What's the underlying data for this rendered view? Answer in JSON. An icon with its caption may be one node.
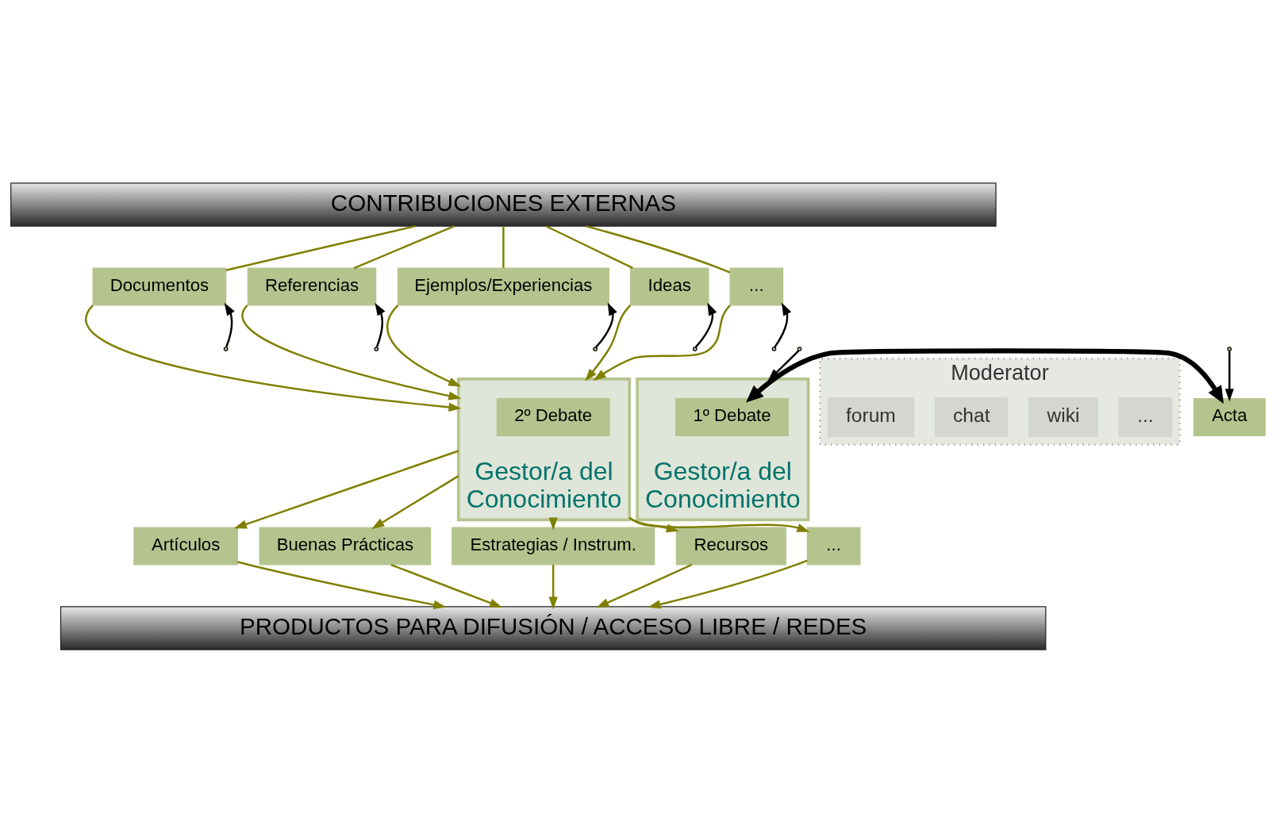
{
  "diagram": {
    "nodes": [
      {
        "text": [
          "CONTRIBUCIONES EXTERNAS"
        ]
      },
      {
        "text": [
          "Documentos"
        ]
      },
      {
        "text": [
          "Referencias"
        ]
      },
      {
        "text": [
          "Ejemplos/Experiencias"
        ]
      },
      {
        "text": [
          "Ideas"
        ]
      },
      {
        "text": [
          "..."
        ]
      },
      {
        "text": [
          "Gestor/a del",
          "Conocimiento"
        ]
      },
      {
        "text": [
          "2º Debate"
        ],
        "in": 6
      },
      {
        "text": [
          "Gestor/a del",
          "Conocimiento"
        ]
      },
      {
        "text": [
          "1º Debate"
        ],
        "in": 8
      },
      {
        "text": [
          "Moderator"
        ]
      },
      {
        "text": [
          "forum"
        ],
        "in": 10
      },
      {
        "text": [
          "chat"
        ],
        "in": 10
      },
      {
        "text": [
          "wiki"
        ],
        "in": 10
      },
      {
        "text": [
          "..."
        ],
        "in": 10
      },
      {
        "text": [
          "Acta"
        ]
      },
      {
        "text": [
          "Artículos"
        ]
      },
      {
        "text": [
          "Buenas Prácticas"
        ]
      },
      {
        "text": [
          "Estrategias / Instrum."
        ]
      },
      {
        "text": [
          "Recursos"
        ]
      },
      {
        "text": [
          "..."
        ]
      },
      {
        "text": [
          "PRODUCTOS PARA DIFUSIÓN / ACCESO LIBRE / REDES"
        ]
      }
    ],
    "edges": [
      {
        "from": 0,
        "to": 1,
        "arrow": "none"
      },
      {
        "from": 0,
        "to": 2,
        "arrow": "none"
      },
      {
        "from": 0,
        "to": 3,
        "arrow": "none"
      },
      {
        "from": 0,
        "to": 4,
        "arrow": "none"
      },
      {
        "from": 0,
        "to": 5,
        "arrow": "none"
      },
      {
        "from": 1,
        "to": 6,
        "arrow": "to"
      },
      {
        "from": 2,
        "to": 6,
        "arrow": "to"
      },
      {
        "from": 3,
        "to": 6,
        "arrow": "to"
      },
      {
        "from": 4,
        "to": 6,
        "arrow": "to"
      },
      {
        "from": 5,
        "to": 6,
        "arrow": "to"
      },
      {
        "from": null,
        "to": 1,
        "arrow": "to",
        "color": "#000000"
      },
      {
        "from": null,
        "to": 2,
        "arrow": "to",
        "color": "#000000"
      },
      {
        "from": null,
        "to": 3,
        "arrow": "to",
        "color": "#000000"
      },
      {
        "from": null,
        "to": 4,
        "arrow": "to",
        "color": "#000000"
      },
      {
        "from": null,
        "to": 5,
        "arrow": "to",
        "color": "#000000"
      },
      {
        "from": null,
        "to": 8,
        "arrow": "to",
        "color": "#000000"
      },
      {
        "from": null,
        "to": 15,
        "arrow": "to",
        "color": "#000000"
      },
      {
        "from": 9,
        "to": 15,
        "arrow": "both",
        "color": "#000000",
        "style": "thick"
      },
      {
        "from": 6,
        "to": 16,
        "arrow": "to"
      },
      {
        "from": 6,
        "to": 17,
        "arrow": "to"
      },
      {
        "from": 6,
        "to": 18,
        "arrow": "to"
      },
      {
        "from": 6,
        "to": 19,
        "arrow": "to"
      },
      {
        "from": 6,
        "to": 20,
        "arrow": "to"
      },
      {
        "from": 16,
        "to": 21,
        "arrow": "to"
      },
      {
        "from": 17,
        "to": 21,
        "arrow": "to"
      },
      {
        "from": 18,
        "to": 21,
        "arrow": "to"
      },
      {
        "from": 19,
        "to": 21,
        "arrow": "to"
      },
      {
        "from": 20,
        "to": 21,
        "arrow": "to"
      }
    ]
  }
}
